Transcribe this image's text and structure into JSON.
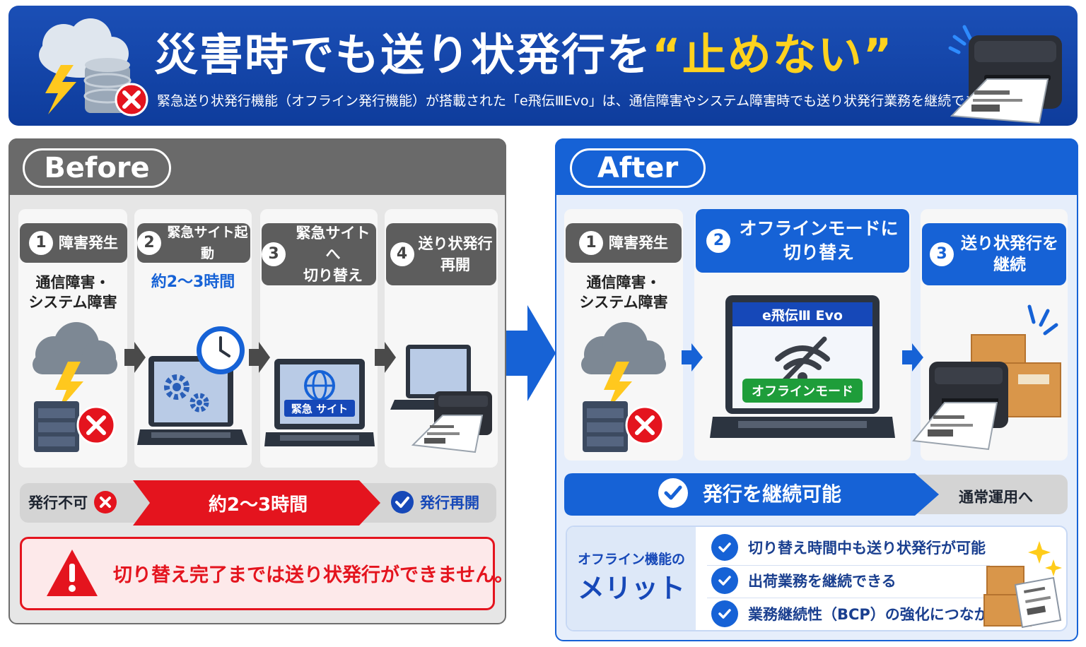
{
  "header": {
    "title_main": "災害時でも送り状発行を",
    "title_highlight": "“止めない”",
    "subtitle": "緊急送り状発行機能（オフライン発行機能）が搭載された「e飛伝ⅢEvo」は、通信障害やシステム障害時でも送り状発行業務を継続できます。"
  },
  "before": {
    "label": "Before",
    "steps": [
      {
        "num": "1",
        "title": "障害発生",
        "text_line1": "通信障害・",
        "text_line2": "システム障害"
      },
      {
        "num": "2",
        "title": "緊急サイト起動",
        "text": "約2～3時間"
      },
      {
        "num": "3",
        "title_line1": "緊急サイトへ",
        "title_line2": "切り替え",
        "screen_label": "緊急 サイト"
      },
      {
        "num": "4",
        "title_line1": "送り状発行",
        "title_line2": "再開"
      }
    ],
    "bar": {
      "left": "発行不可",
      "middle": "約2～3時間",
      "right": "発行再開"
    },
    "warning": "切り替え完了までは送り状発行ができません。"
  },
  "after": {
    "label": "After",
    "steps": [
      {
        "num": "1",
        "title": "障害発生",
        "text_line1": "通信障害・",
        "text_line2": "システム障害"
      },
      {
        "num": "2",
        "title_line1": "オフラインモードに",
        "title_line2": "切り替え",
        "screen_title": "e飛伝Ⅲ Evo",
        "screen_badge": "オフラインモード"
      },
      {
        "num": "3",
        "title_line1": "送り状発行を",
        "title_line2": "継続"
      }
    ],
    "bar": {
      "main": "発行を継続可能",
      "right": "通常運用へ"
    },
    "merit": {
      "label_small": "オフライン機能の",
      "label_big": "メリット",
      "items": [
        "切り替え時間中も送り状発行が可能",
        "出荷業務を継続できる",
        "業務継続性（BCP）の強化につながる"
      ]
    }
  },
  "colors": {
    "brand_blue": "#1662d6",
    "header_blue": "#0e3c9c",
    "alert_red": "#e4141e",
    "highlight_yellow": "#ffd21e",
    "gray": "#5d5d5d"
  }
}
